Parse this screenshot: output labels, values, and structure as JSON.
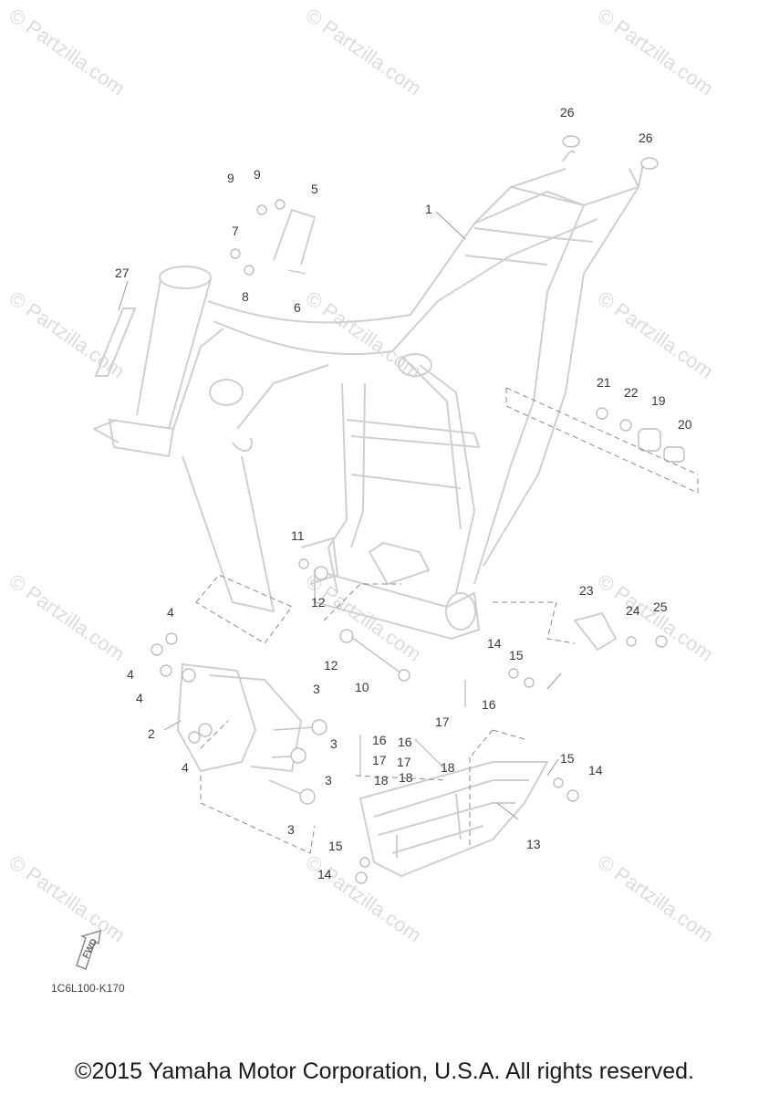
{
  "watermark": "© Partzilla.com",
  "diagram_code": "1C6L100-K170",
  "fwd_label": "FWD",
  "copyright": "©2015 Yamaha Motor Corporation, U.S.A. All rights reserved.",
  "parts": {
    "p1": "1",
    "p2": "2",
    "p3": "3",
    "p4": "4",
    "p5": "5",
    "p6": "6",
    "p7": "7",
    "p8": "8",
    "p9": "9",
    "p10": "10",
    "p11": "11",
    "p12": "12",
    "p13": "13",
    "p14": "14",
    "p15": "15",
    "p16": "16",
    "p17": "17",
    "p18": "18",
    "p19": "19",
    "p20": "20",
    "p21": "21",
    "p22": "22",
    "p23": "23",
    "p24": "24",
    "p25": "25",
    "p26": "26",
    "p27": "27"
  }
}
